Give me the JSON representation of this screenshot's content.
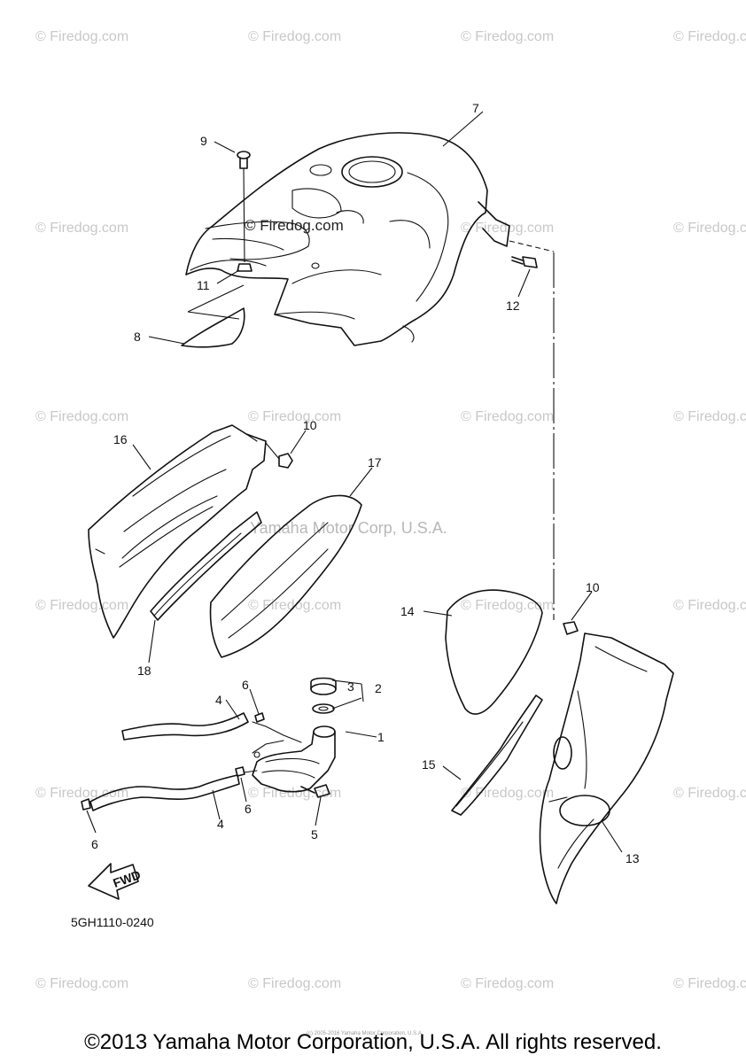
{
  "watermark_text": "© Firedog.com",
  "overlay_watermark": "© Firedog.com",
  "center_watermark": "Yamaha Motor Corp, U.S.A.",
  "diagram_code": "5GH1110-0240",
  "fwd_label": "FWD",
  "copyright": "©2013 Yamaha Motor Corporation, U.S.A. All rights reserved.",
  "tiny_credit": "(c) 2005-2016 Yamaha Motor Corporation, U.S.A.",
  "callouts": {
    "c1": "1",
    "c2": "2",
    "c3": "3",
    "c4a": "4",
    "c4b": "4",
    "c5": "5",
    "c6a": "6",
    "c6b": "6",
    "c6c": "6",
    "c7": "7",
    "c8": "8",
    "c9": "9",
    "c10a": "10",
    "c10b": "10",
    "c11": "11",
    "c12": "12",
    "c13": "13",
    "c14": "14",
    "c15": "15",
    "c16": "16",
    "c17": "17",
    "c18": "18"
  }
}
